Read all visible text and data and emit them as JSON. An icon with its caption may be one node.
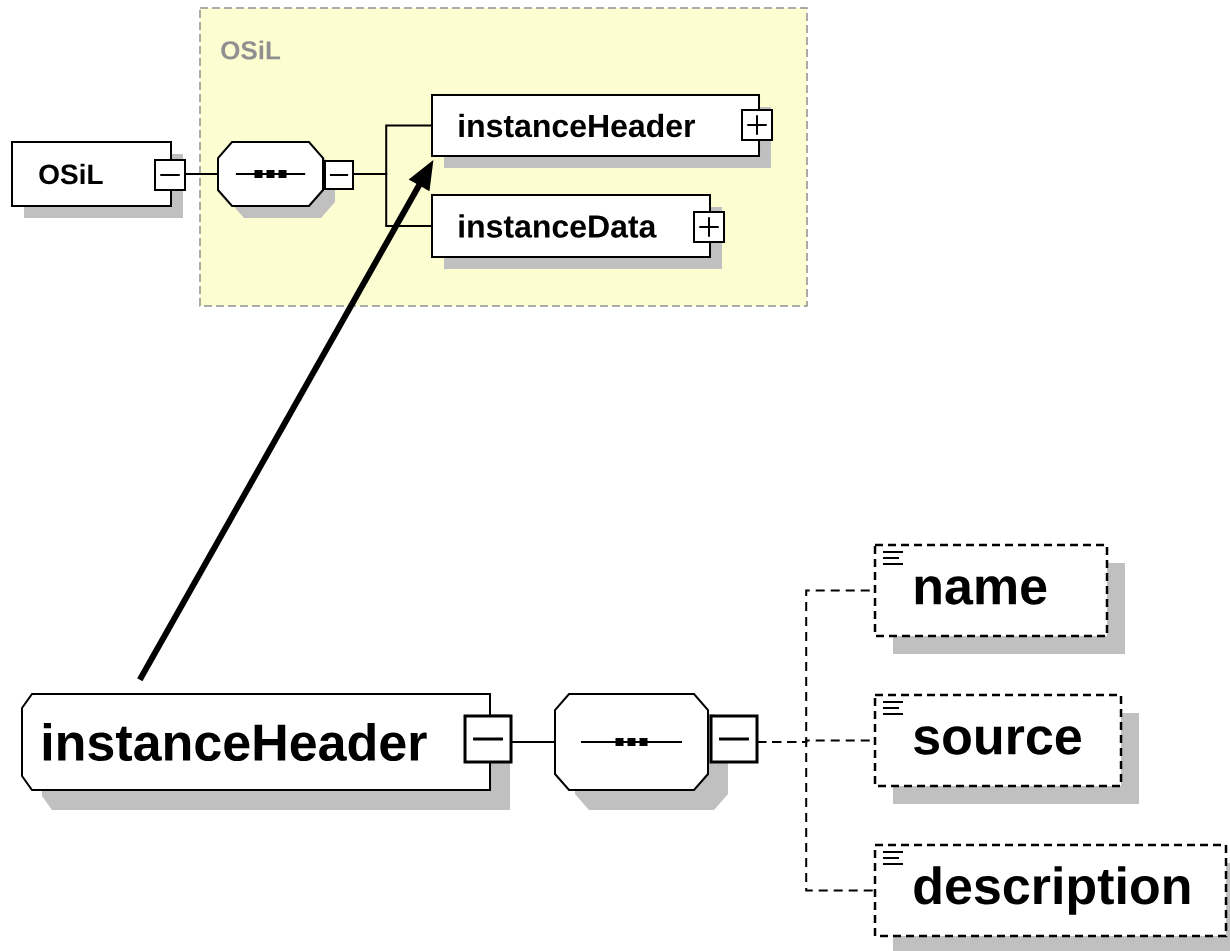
{
  "diagram": {
    "nodes": [
      {
        "text": [
          "OSiL"
        ]
      },
      {
        "text": [
          "OSiL"
        ]
      },
      {
        "text": [],
        "shape": "octagon",
        "in": 0
      },
      {
        "text": [
          "instanceHeader"
        ],
        "in": 0
      },
      {
        "text": [
          "instanceData"
        ],
        "in": 0
      },
      {
        "text": [
          "instanceHeader"
        ]
      },
      {
        "text": [],
        "shape": "octagon"
      },
      {
        "text": [
          "name"
        ]
      },
      {
        "text": [
          "source"
        ]
      },
      {
        "text": [
          "description"
        ]
      }
    ],
    "edges": [
      {
        "from": 1,
        "to": 2,
        "arrow": "none"
      },
      {
        "from": 2,
        "to": 3,
        "arrow": "none"
      },
      {
        "from": 2,
        "to": 4,
        "arrow": "none"
      },
      {
        "from": 5,
        "to": 3,
        "arrow": "to",
        "style": "thick"
      },
      {
        "from": 5,
        "to": 6,
        "arrow": "none"
      },
      {
        "from": 6,
        "to": 7,
        "arrow": "none",
        "style": "dashed"
      },
      {
        "from": 6,
        "to": 8,
        "arrow": "none",
        "style": "dashed"
      },
      {
        "from": 6,
        "to": 9,
        "arrow": "none",
        "style": "dashed"
      }
    ]
  }
}
